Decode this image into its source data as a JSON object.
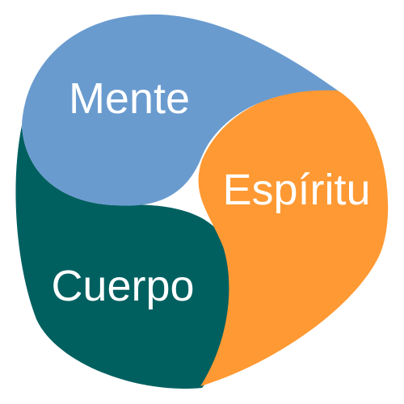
{
  "diagram": {
    "segments": [
      {
        "id": "mente",
        "label": "Mente",
        "color": "#6A9BCF"
      },
      {
        "id": "espiritu",
        "label": "Espíritu",
        "color": "#FF9933"
      },
      {
        "id": "cuerpo",
        "label": "Cuerpo",
        "color": "#006060"
      }
    ]
  }
}
